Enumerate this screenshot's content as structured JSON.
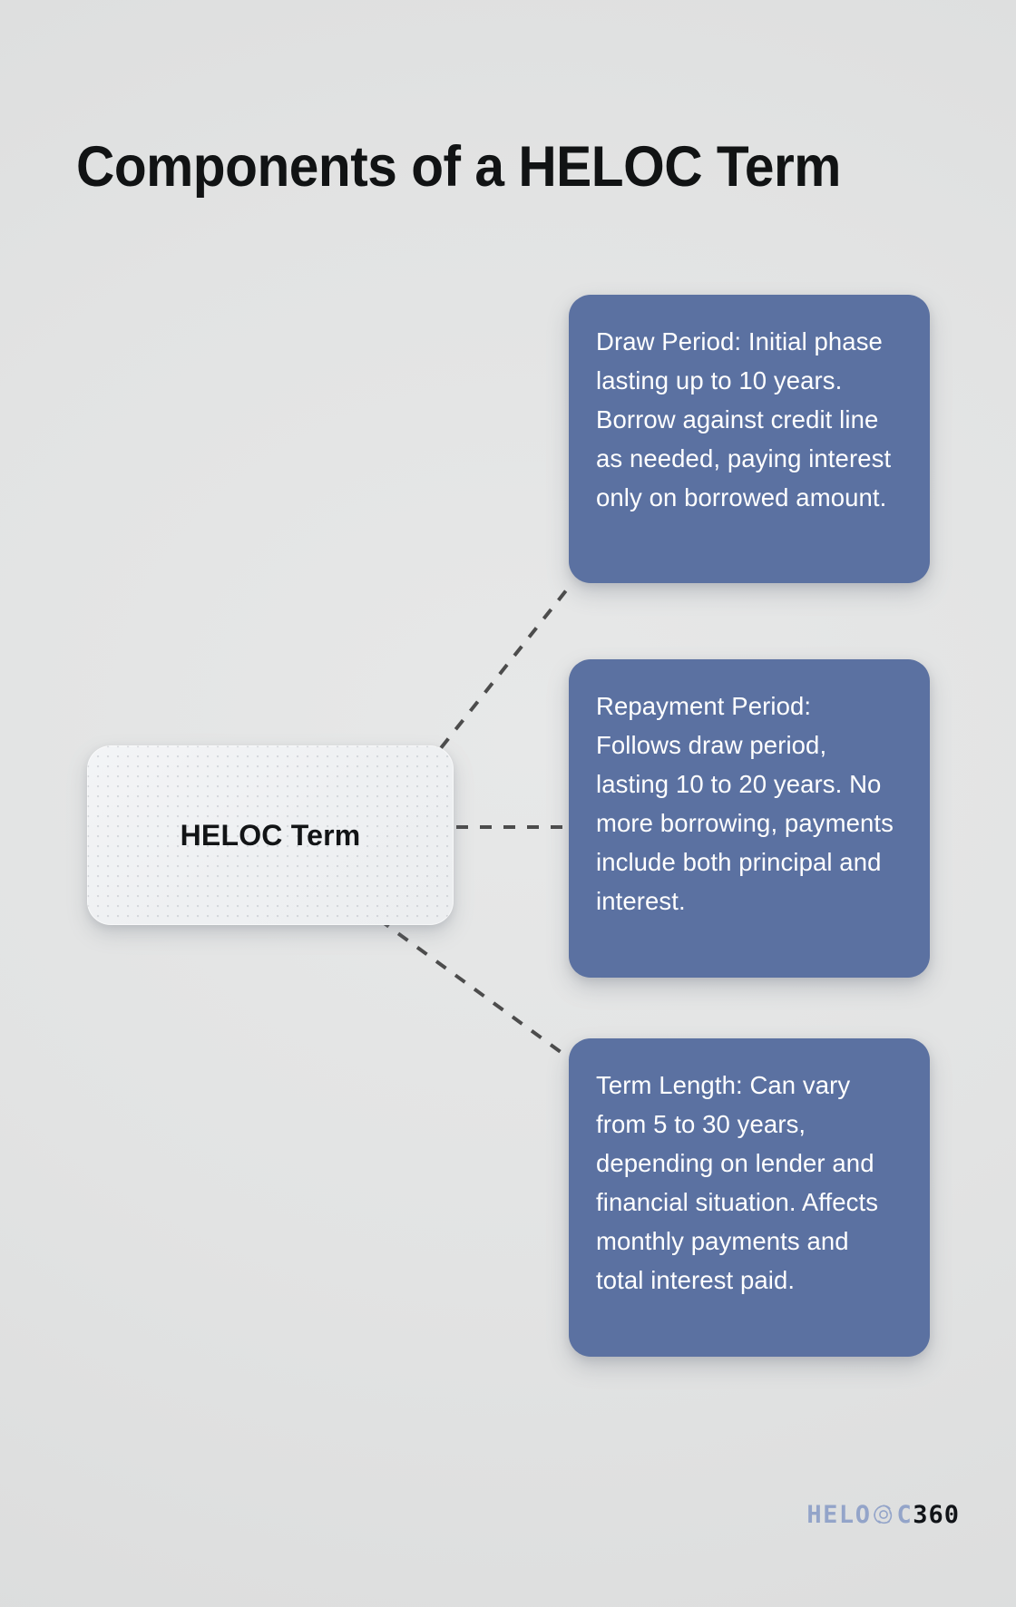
{
  "page": {
    "title": "Components of a HELOC Term",
    "background_color": "#e2e3e3"
  },
  "center_node": {
    "label": "HELOC Term",
    "background_color": "#eef0f2",
    "text_color": "#121416"
  },
  "cards": [
    {
      "id": "draw-period",
      "text": "Draw Period: Initial phase lasting up to 10 years. Borrow against credit line as needed, paying interest only on borrowed amount.",
      "background_color": "#5b71a1",
      "text_color": "#ffffff"
    },
    {
      "id": "repayment-period",
      "text": "Repayment Period: Follows draw period, lasting 10 to 20 years. No more borrowing, payments include both principal and interest.",
      "background_color": "#5b71a1",
      "text_color": "#ffffff"
    },
    {
      "id": "term-length",
      "text": "Term Length: Can vary from 5 to 30 years, depending on lender and financial situation. Affects monthly payments and total interest paid.",
      "background_color": "#5b71a1",
      "text_color": "#ffffff"
    }
  ],
  "connectors": {
    "style": "dashed",
    "color": "#4c4c4c",
    "count": 3
  },
  "logo": {
    "part_one": "HELO",
    "swirl_icon": "swirl-o-icon",
    "part_two": "C",
    "part_three": "360",
    "brand_color": "#93a4c9",
    "accent_color": "#111418"
  }
}
